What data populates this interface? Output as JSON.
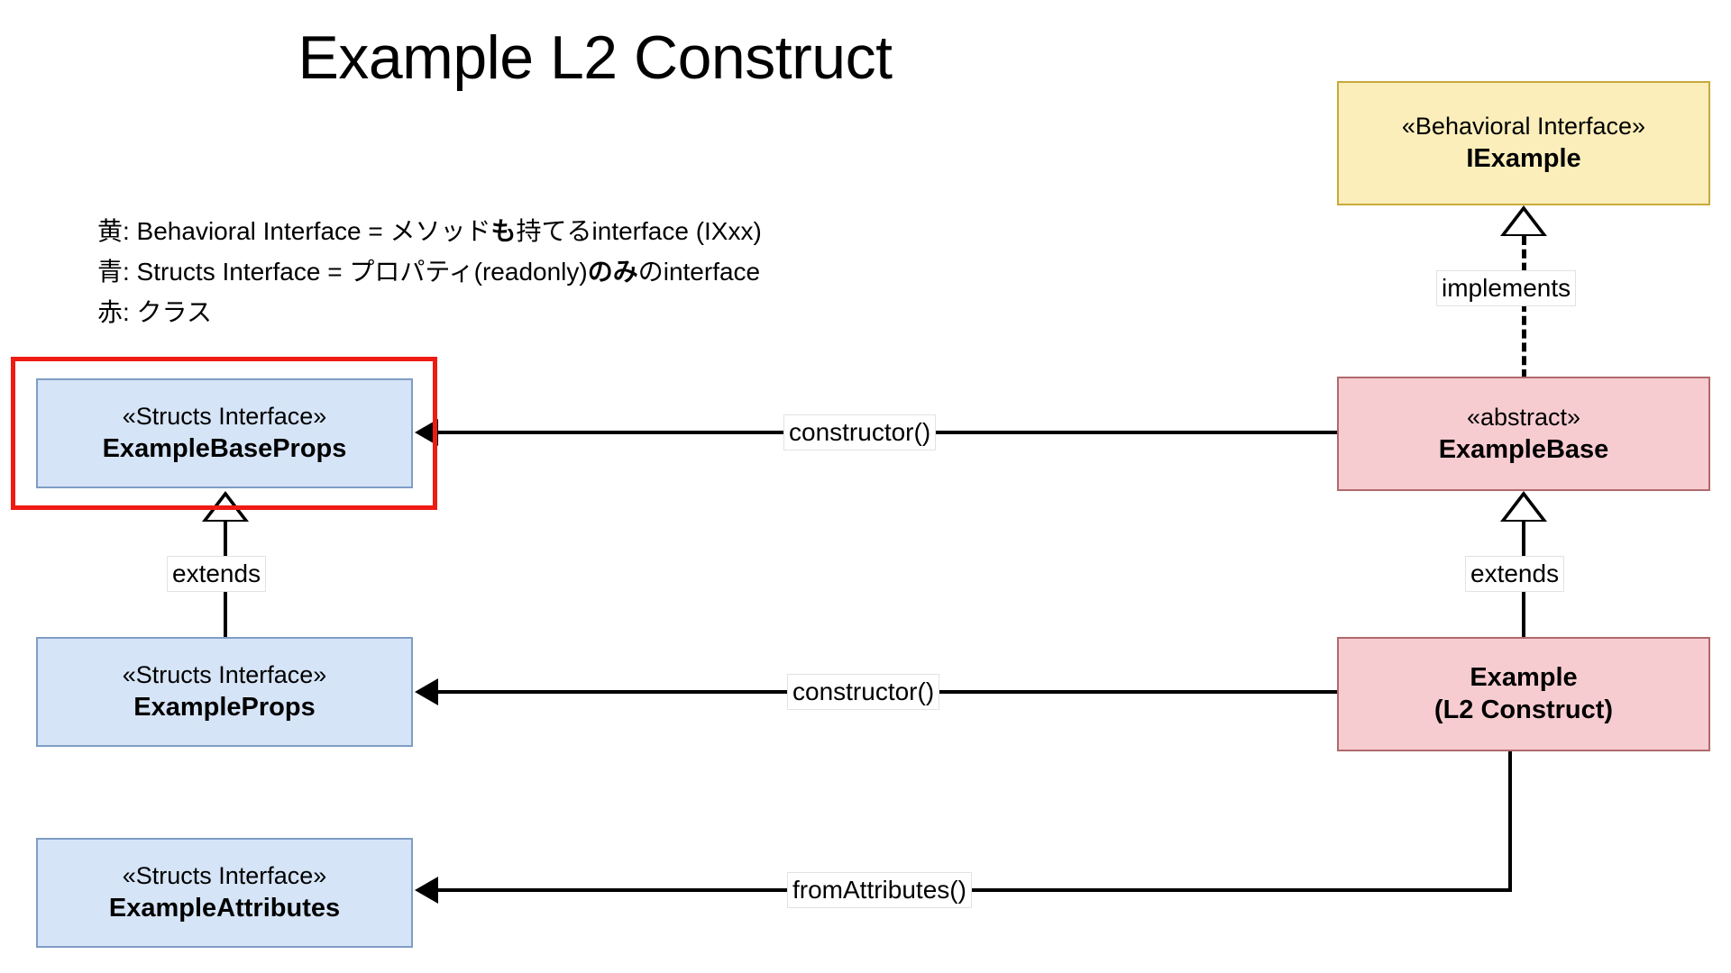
{
  "diagram": {
    "title": "Example L2 Construct",
    "type": "uml-class-diagram",
    "background_color": "#ffffff"
  },
  "legend": {
    "lines": [
      {
        "prefix": "黄: Behavioral Interface = メソッド",
        "emphasis": "も",
        "suffix": "持てるinterface (IXxx)"
      },
      {
        "prefix": "青: Structs Interface = プロパティ(readonly)",
        "emphasis": "のみ",
        "suffix": "のinterface"
      },
      {
        "prefix": "赤: クラス",
        "emphasis": "",
        "suffix": ""
      }
    ]
  },
  "colors": {
    "behavioral_interface_fill": "#fbeeba",
    "behavioral_interface_border": "#c8a93a",
    "structs_interface_fill": "#d6e4f7",
    "structs_interface_border": "#7f9dc6",
    "class_fill": "#f7ccd1",
    "class_border": "#b06a6c",
    "highlight": "#ee1b12",
    "line": "#000000"
  },
  "nodes": [
    {
      "id": "iexample",
      "stereotype": "«Behavioral Interface»",
      "name": "IExample",
      "kind": "behavioral-interface"
    },
    {
      "id": "examplebase",
      "stereotype": "«abstract»",
      "name": "ExampleBase",
      "kind": "class"
    },
    {
      "id": "example",
      "stereotype": "Example",
      "name": "(L2 Construct)",
      "kind": "class"
    },
    {
      "id": "examplebaseprops",
      "stereotype": "«Structs Interface»",
      "name": "ExampleBaseProps",
      "kind": "structs-interface",
      "highlighted": true
    },
    {
      "id": "exampleprops",
      "stereotype": "«Structs Interface»",
      "name": "ExampleProps",
      "kind": "structs-interface"
    },
    {
      "id": "exampleattributes",
      "stereotype": "«Structs Interface»",
      "name": "ExampleAttributes",
      "kind": "structs-interface"
    }
  ],
  "edges": [
    {
      "id": "implements",
      "label": "implements",
      "from": "examplebase",
      "to": "iexample",
      "style": "dashed",
      "head": "hollow-triangle"
    },
    {
      "id": "extends-right",
      "label": "extends",
      "from": "example",
      "to": "examplebase",
      "style": "solid",
      "head": "hollow-triangle"
    },
    {
      "id": "extends-left",
      "label": "extends",
      "from": "exampleprops",
      "to": "examplebaseprops",
      "style": "solid",
      "head": "hollow-triangle"
    },
    {
      "id": "ctor-top",
      "label": "constructor()",
      "from": "examplebase",
      "to": "examplebaseprops",
      "style": "solid",
      "head": "solid-arrow"
    },
    {
      "id": "ctor-mid",
      "label": "constructor()",
      "from": "example",
      "to": "exampleprops",
      "style": "solid",
      "head": "solid-arrow"
    },
    {
      "id": "fromattrs",
      "label": "fromAttributes()",
      "from": "example",
      "to": "exampleattributes",
      "style": "solid",
      "head": "solid-arrow"
    }
  ]
}
